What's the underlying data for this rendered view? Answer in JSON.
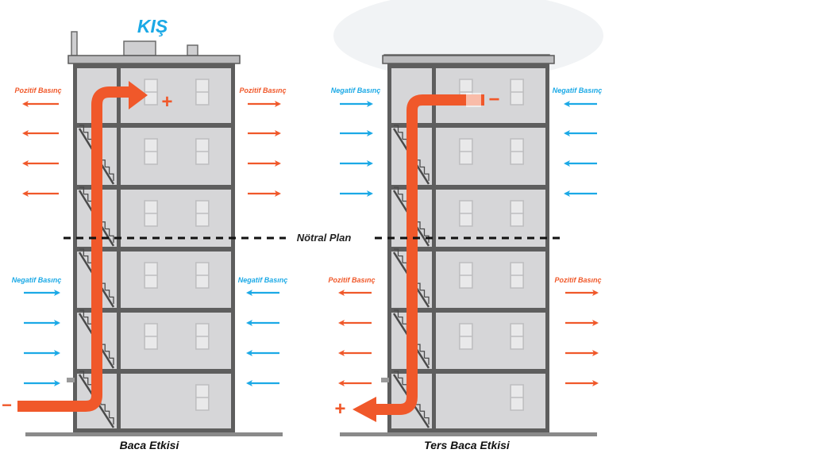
{
  "season_title": "KIŞ",
  "neutral_plane_label": "Nötral Plan",
  "colors": {
    "warm": "#f0582a",
    "cold": "#1ba9e6",
    "wall": "#5e5e5e",
    "room": "#d6d6d8",
    "window": "#e9e9ea"
  },
  "buildings": [
    {
      "caption": "Baca Etkisi",
      "upper_pressure_label": "Pozitif Basınç",
      "upper_pressure_type": "positive",
      "lower_pressure_label": "Negatif Basınç",
      "lower_pressure_type": "negative",
      "top_sign": "+",
      "bottom_sign": "−"
    },
    {
      "caption": "Ters Baca Etkisi",
      "upper_pressure_label": "Negatif Basınç",
      "upper_pressure_type": "negative",
      "lower_pressure_label": "Pozitif Basınç",
      "lower_pressure_type": "positive",
      "top_sign": "−",
      "bottom_sign": "+"
    }
  ]
}
